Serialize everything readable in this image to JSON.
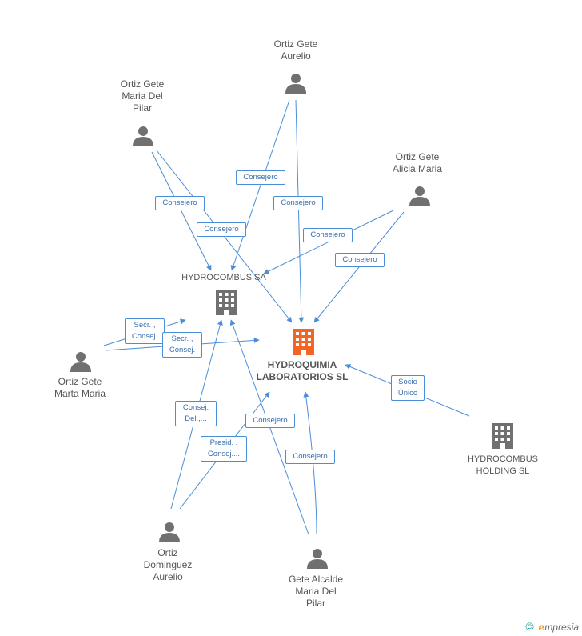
{
  "colors": {
    "edge": "#4a8ed9",
    "person": "#707070",
    "company": "#707070",
    "main_company": "#f26522",
    "text": "#555555"
  },
  "nodes": {
    "aurelio": {
      "label": "Ortiz Gete\nAurelio",
      "icon": "person-icon"
    },
    "maria_pilar": {
      "label": "Ortiz Gete\nMaria Del\nPilar",
      "icon": "person-icon"
    },
    "alicia": {
      "label": "Ortiz Gete\nAlicia Maria",
      "icon": "person-icon"
    },
    "hydrocombus_sa": {
      "label": "HYDROCOMBUS SA",
      "icon": "building-icon"
    },
    "main": {
      "label": "HYDROQUIMIA\nLABORATORIOS SL",
      "icon": "building-icon"
    },
    "marta": {
      "label": "Ortiz Gete\nMarta Maria",
      "icon": "person-icon"
    },
    "holding": {
      "label": "HYDROCOMBUS\nHOLDING  SL",
      "icon": "building-icon"
    },
    "dominguez": {
      "label": "Ortiz\nDominguez\nAurelio",
      "icon": "person-icon"
    },
    "gete_alcalde": {
      "label": "Gete Alcalde\nMaria Del\nPilar",
      "icon": "person-icon"
    }
  },
  "badges": {
    "b1": "Consejero",
    "b2": "Consejero",
    "b3": "Consejero",
    "b4": "Consejero",
    "b5": "Consejero",
    "b6": "Consejero",
    "b7": "Secr. ,\nConsej.",
    "b8": "Secr. ,\nConsej.",
    "b9": "Socio\nÚnico",
    "b10": "Consej.\nDel.,...",
    "b11": "Presid. ,\nConsej....",
    "b12": "Consejero",
    "b13": "Consejero"
  },
  "footer": {
    "copyright": "©",
    "brand_e": "e",
    "brand_rest": "mpresia"
  }
}
